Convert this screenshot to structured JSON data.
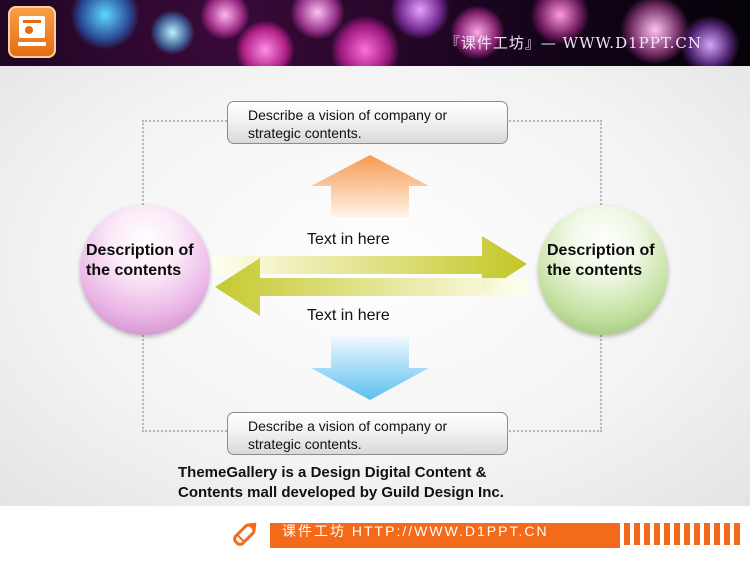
{
  "header": {
    "title": "『课件工坊』— WWW.D1PPT.CN",
    "icon": "presentation-icon"
  },
  "slide": {
    "top_box": "Describe a vision of company or strategic contents.",
    "bottom_box": "Describe a vision of company or strategic contents.",
    "left_sphere": "Description of the contents",
    "right_sphere": "Description of the contents",
    "arrow_top_label": "Text in here",
    "arrow_bottom_label": "Text in here",
    "tagline_line1": "ThemeGallery is a Design Digital Content &",
    "tagline_line2": "Contents mall developed by Guild Design Inc."
  },
  "footer": {
    "url": "课件工坊 HTTP://WWW.D1PPT.CN",
    "icon": "pencil-icon"
  },
  "colors": {
    "accent_orange": "#f26a1a",
    "arrow_up": "#f7a25e",
    "arrow_down": "#6ec6f0",
    "arrow_horizontal": "#c8cc2a",
    "sphere_left": "#eab6e6",
    "sphere_right": "#c6e2a3"
  }
}
